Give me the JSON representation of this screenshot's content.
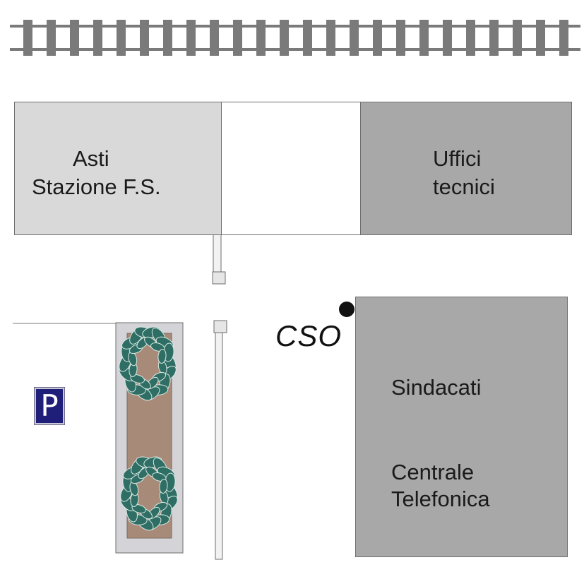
{
  "map": {
    "buildings": {
      "station": {
        "line1": "Asti",
        "line2": "Stazione F.S.",
        "color": "#d9d9d9"
      },
      "uffici": {
        "line1": "Uffici",
        "line2": "tecnici",
        "color": "#a8a8a8"
      },
      "sindacati": {
        "line1": "Sindacati",
        "line2": "Centrale",
        "line3": "Telefonica",
        "color": "#a8a8a8"
      }
    },
    "marker": {
      "label": "CSO",
      "icon": "location-dot-icon"
    },
    "parking": {
      "label": "P",
      "icon": "parking-sign-icon",
      "color": "#1f1f7a"
    },
    "railway": {
      "icon": "railway-track-icon"
    },
    "planter": {
      "icon": "planter-with-shrubs-icon",
      "soil_color": "#a88a78",
      "foliage_color": "#2f6e64"
    }
  }
}
